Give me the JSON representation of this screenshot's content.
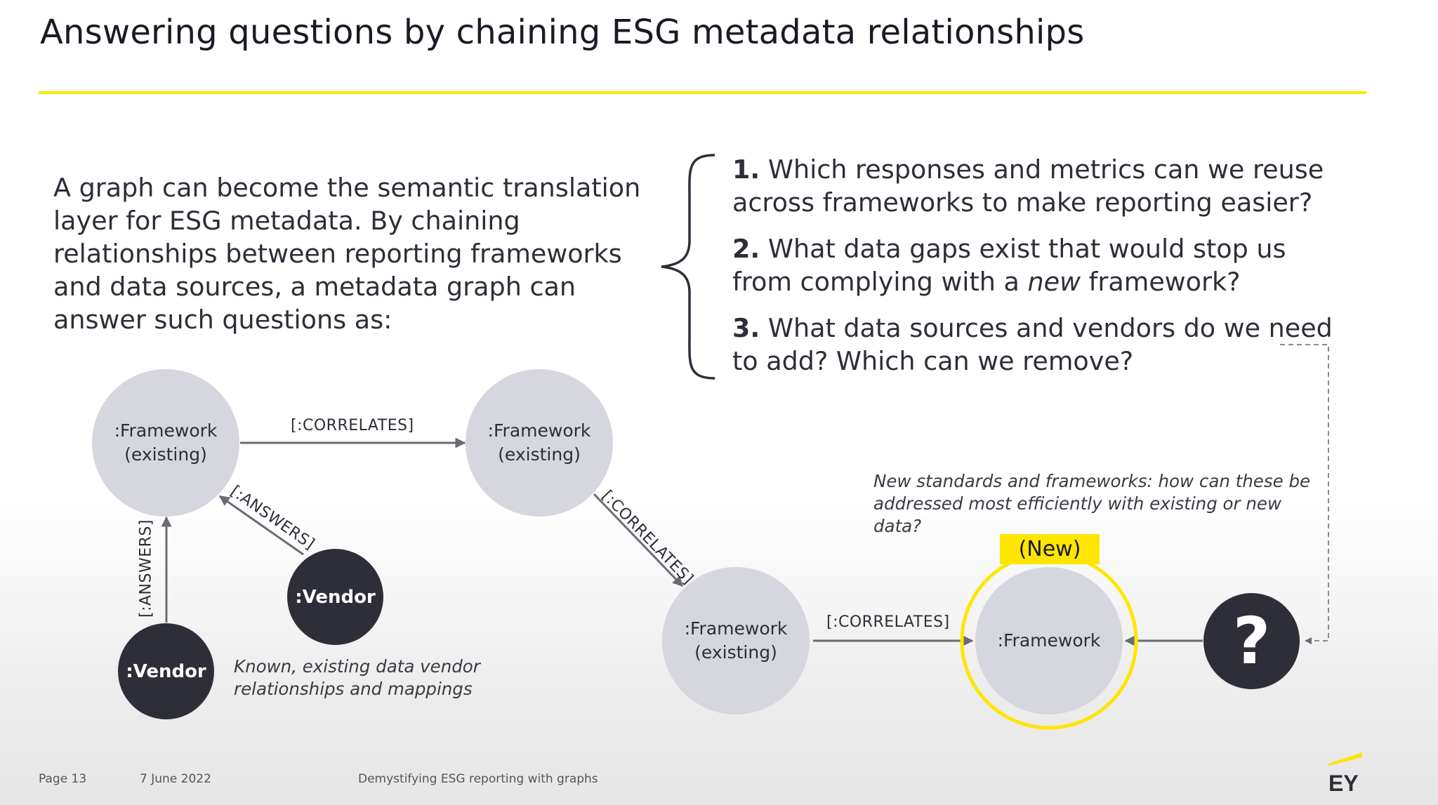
{
  "slide": {
    "title": "Answering questions by chaining ESG metadata relationships",
    "accent_color": "#ffe600",
    "node_fill": "#d6d6de",
    "dark_fill": "#2e2e38"
  },
  "intro_text": "A graph can become the semantic translation layer for ESG metadata. By chaining relationships between reporting frameworks and data sources, a metadata graph can answer such questions as:",
  "questions": [
    {
      "number": "1.",
      "text": "Which responses and metrics can we reuse across frameworks to make reporting easier?"
    },
    {
      "number": "2.",
      "text_before": "What data gaps exist that would stop us from complying with a",
      "text_emphasis": "new",
      "text_after": "framework?"
    },
    {
      "number": "3.",
      "text": "What data sources and vendors do we need to add? Which can we remove?"
    }
  ],
  "diagram": {
    "nodes": {
      "fw1": {
        "line1": ":Framework",
        "line2": "(existing)"
      },
      "fw2": {
        "line1": ":Framework",
        "line2": "(existing)"
      },
      "fw3": {
        "line1": ":Framework",
        "line2": "(existing)"
      },
      "fw_new": {
        "line1": ":Framework"
      },
      "vendor1": {
        "label": ":Vendor"
      },
      "vendor2": {
        "label": ":Vendor"
      },
      "unknown": {
        "label": "?"
      }
    },
    "edges": {
      "fw1_fw2": "[:CORRELATES]",
      "fw2_fw3": "[:CORRELATES]",
      "fw3_new": "[:CORRELATES]",
      "vendor1_fw1": "[:ANSWERS]",
      "vendor2_fw1": "[:ANSWERS]"
    },
    "new_badge": "(New)",
    "note_known": "Known, existing data vendor relationships and mappings",
    "note_new": "New standards and frameworks: how can these be addressed most efficiently with existing or new data?"
  },
  "footer": {
    "page": "Page 13",
    "date": "7 June 2022",
    "doc_title": "Demystifying ESG reporting with graphs",
    "logo_text": "EY"
  }
}
